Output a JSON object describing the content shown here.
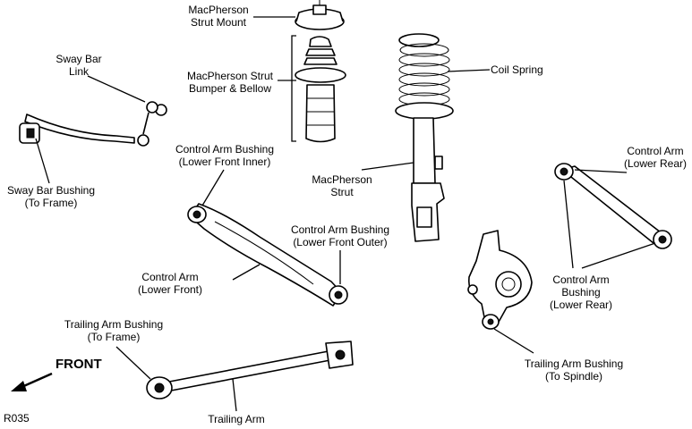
{
  "labels": {
    "strut_mount": [
      "MacPherson",
      "Strut Mount"
    ],
    "bumper_bellow": [
      "MacPherson Strut",
      "Bumper & Bellow"
    ],
    "coil_spring": "Coil Spring",
    "sway_bar_link": [
      "Sway Bar",
      "Link"
    ],
    "sway_bar_bushing": [
      "Sway Bar Bushing",
      "(To Frame)"
    ],
    "ca_bushing_lower_front_inner": [
      "Control Arm Bushing",
      "(Lower Front Inner)"
    ],
    "macpherson_strut": [
      "MacPherson",
      "Strut"
    ],
    "control_arm_lower_rear": [
      "Control Arm",
      "(Lower Rear)"
    ],
    "ca_bushing_lower_front_outer": [
      "Control Arm Bushing",
      "(Lower Front Outer)"
    ],
    "control_arm_lower_front": [
      "Control Arm",
      "(Lower Front)"
    ],
    "ca_bushing_lower_rear": [
      "Control Arm",
      "Bushing",
      "(Lower Rear)"
    ],
    "trailing_arm_bushing_frame": [
      "Trailing Arm Bushing",
      "(To Frame)"
    ],
    "trailing_arm_bushing_spindle": [
      "Trailing Arm Bushing",
      "(To Spindle)"
    ],
    "trailing_arm": "Trailing Arm",
    "front": "FRONT",
    "figure_code": "R035"
  }
}
